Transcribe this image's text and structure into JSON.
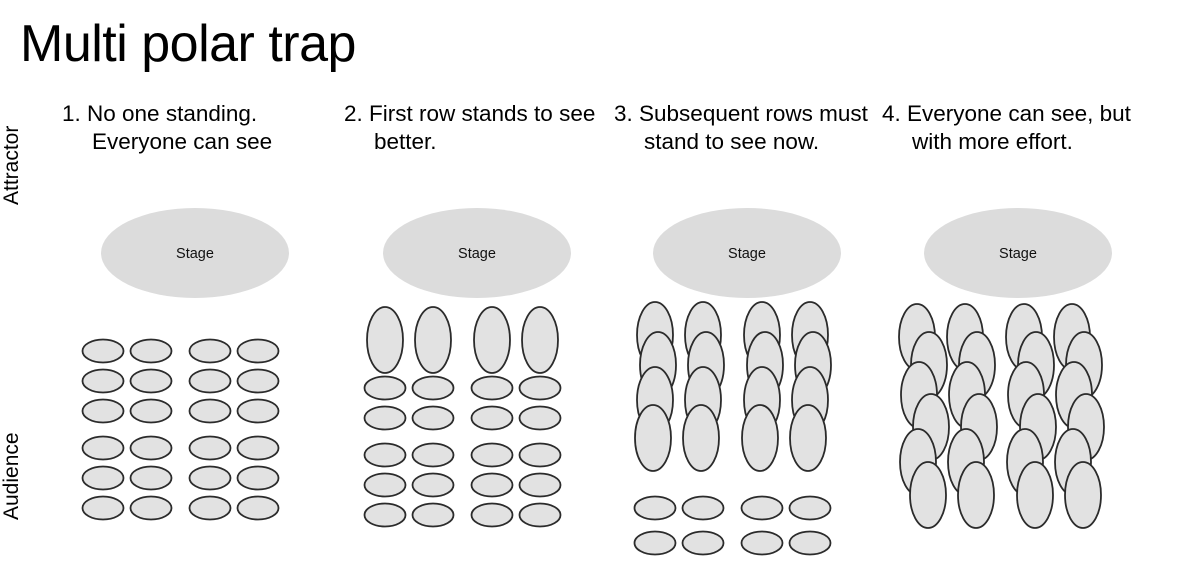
{
  "title": "Multi polar trap",
  "axis_labels": {
    "top": "Attractor",
    "bottom": "Audience"
  },
  "colors": {
    "background": "#ffffff",
    "stage_fill": "#dcdcdc",
    "seat_fill": "#e2e2e2",
    "seat_stroke": "#2b2b2b",
    "text": "#000000"
  },
  "stage_label": "Stage",
  "panels": [
    {
      "number": "1.",
      "caption": "1. No one standing. Everyone can see",
      "stage": {
        "label": "Stage"
      },
      "audience": {
        "rows": 6,
        "columns": 4,
        "standing_rows": 0,
        "seated_rows": 6,
        "description": "all seated"
      }
    },
    {
      "number": "2.",
      "caption": "2. First row stands to see better.",
      "stage": {
        "label": "Stage"
      },
      "audience": {
        "rows": 6,
        "columns": 4,
        "standing_rows": 1,
        "seated_rows": 5,
        "description": "first row standing"
      }
    },
    {
      "number": "3.",
      "caption": "3. Subsequent rows must stand to see now.",
      "stage": {
        "label": "Stage"
      },
      "audience": {
        "rows": 6,
        "columns": 4,
        "standing_rows": 4,
        "seated_rows": 2,
        "description": "first four rows standing"
      }
    },
    {
      "number": "4.",
      "caption": "4. Everyone can see, but with more effort.",
      "stage": {
        "label": "Stage"
      },
      "audience": {
        "rows": 6,
        "columns": 4,
        "standing_rows": 6,
        "seated_rows": 0,
        "description": "everyone standing"
      }
    }
  ]
}
